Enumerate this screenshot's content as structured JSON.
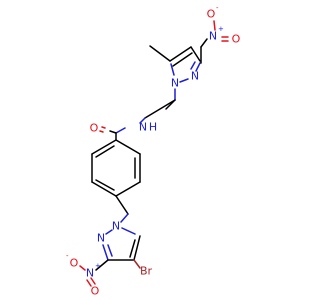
{
  "molecule": {
    "colors": {
      "carbon": "#000000",
      "nitrogen": "#1f1fd6",
      "oxygen": "#e8101c",
      "bromine": "#a4272a",
      "background": "#ffffff"
    },
    "labels": {
      "nitro_top_o_minus": "O",
      "nitro_top_o_minus_charge": "-",
      "nitro_top_n": "N",
      "nitro_top_n_charge": "+",
      "nitro_top_o": "O",
      "pyrazole_top_n2": "N",
      "pyrazole_top_n1": "N",
      "amide_n": "N",
      "amide_h": "H",
      "amide_o": "O",
      "pyrazole_bottom_n1": "N",
      "pyrazole_bottom_n2": "N",
      "bromo": "Br",
      "nitro_bottom_n": "N",
      "nitro_bottom_n_charge": "+",
      "nitro_bottom_o_minus": "O",
      "nitro_bottom_o_minus_charge": "-",
      "nitro_bottom_o": "O"
    }
  }
}
